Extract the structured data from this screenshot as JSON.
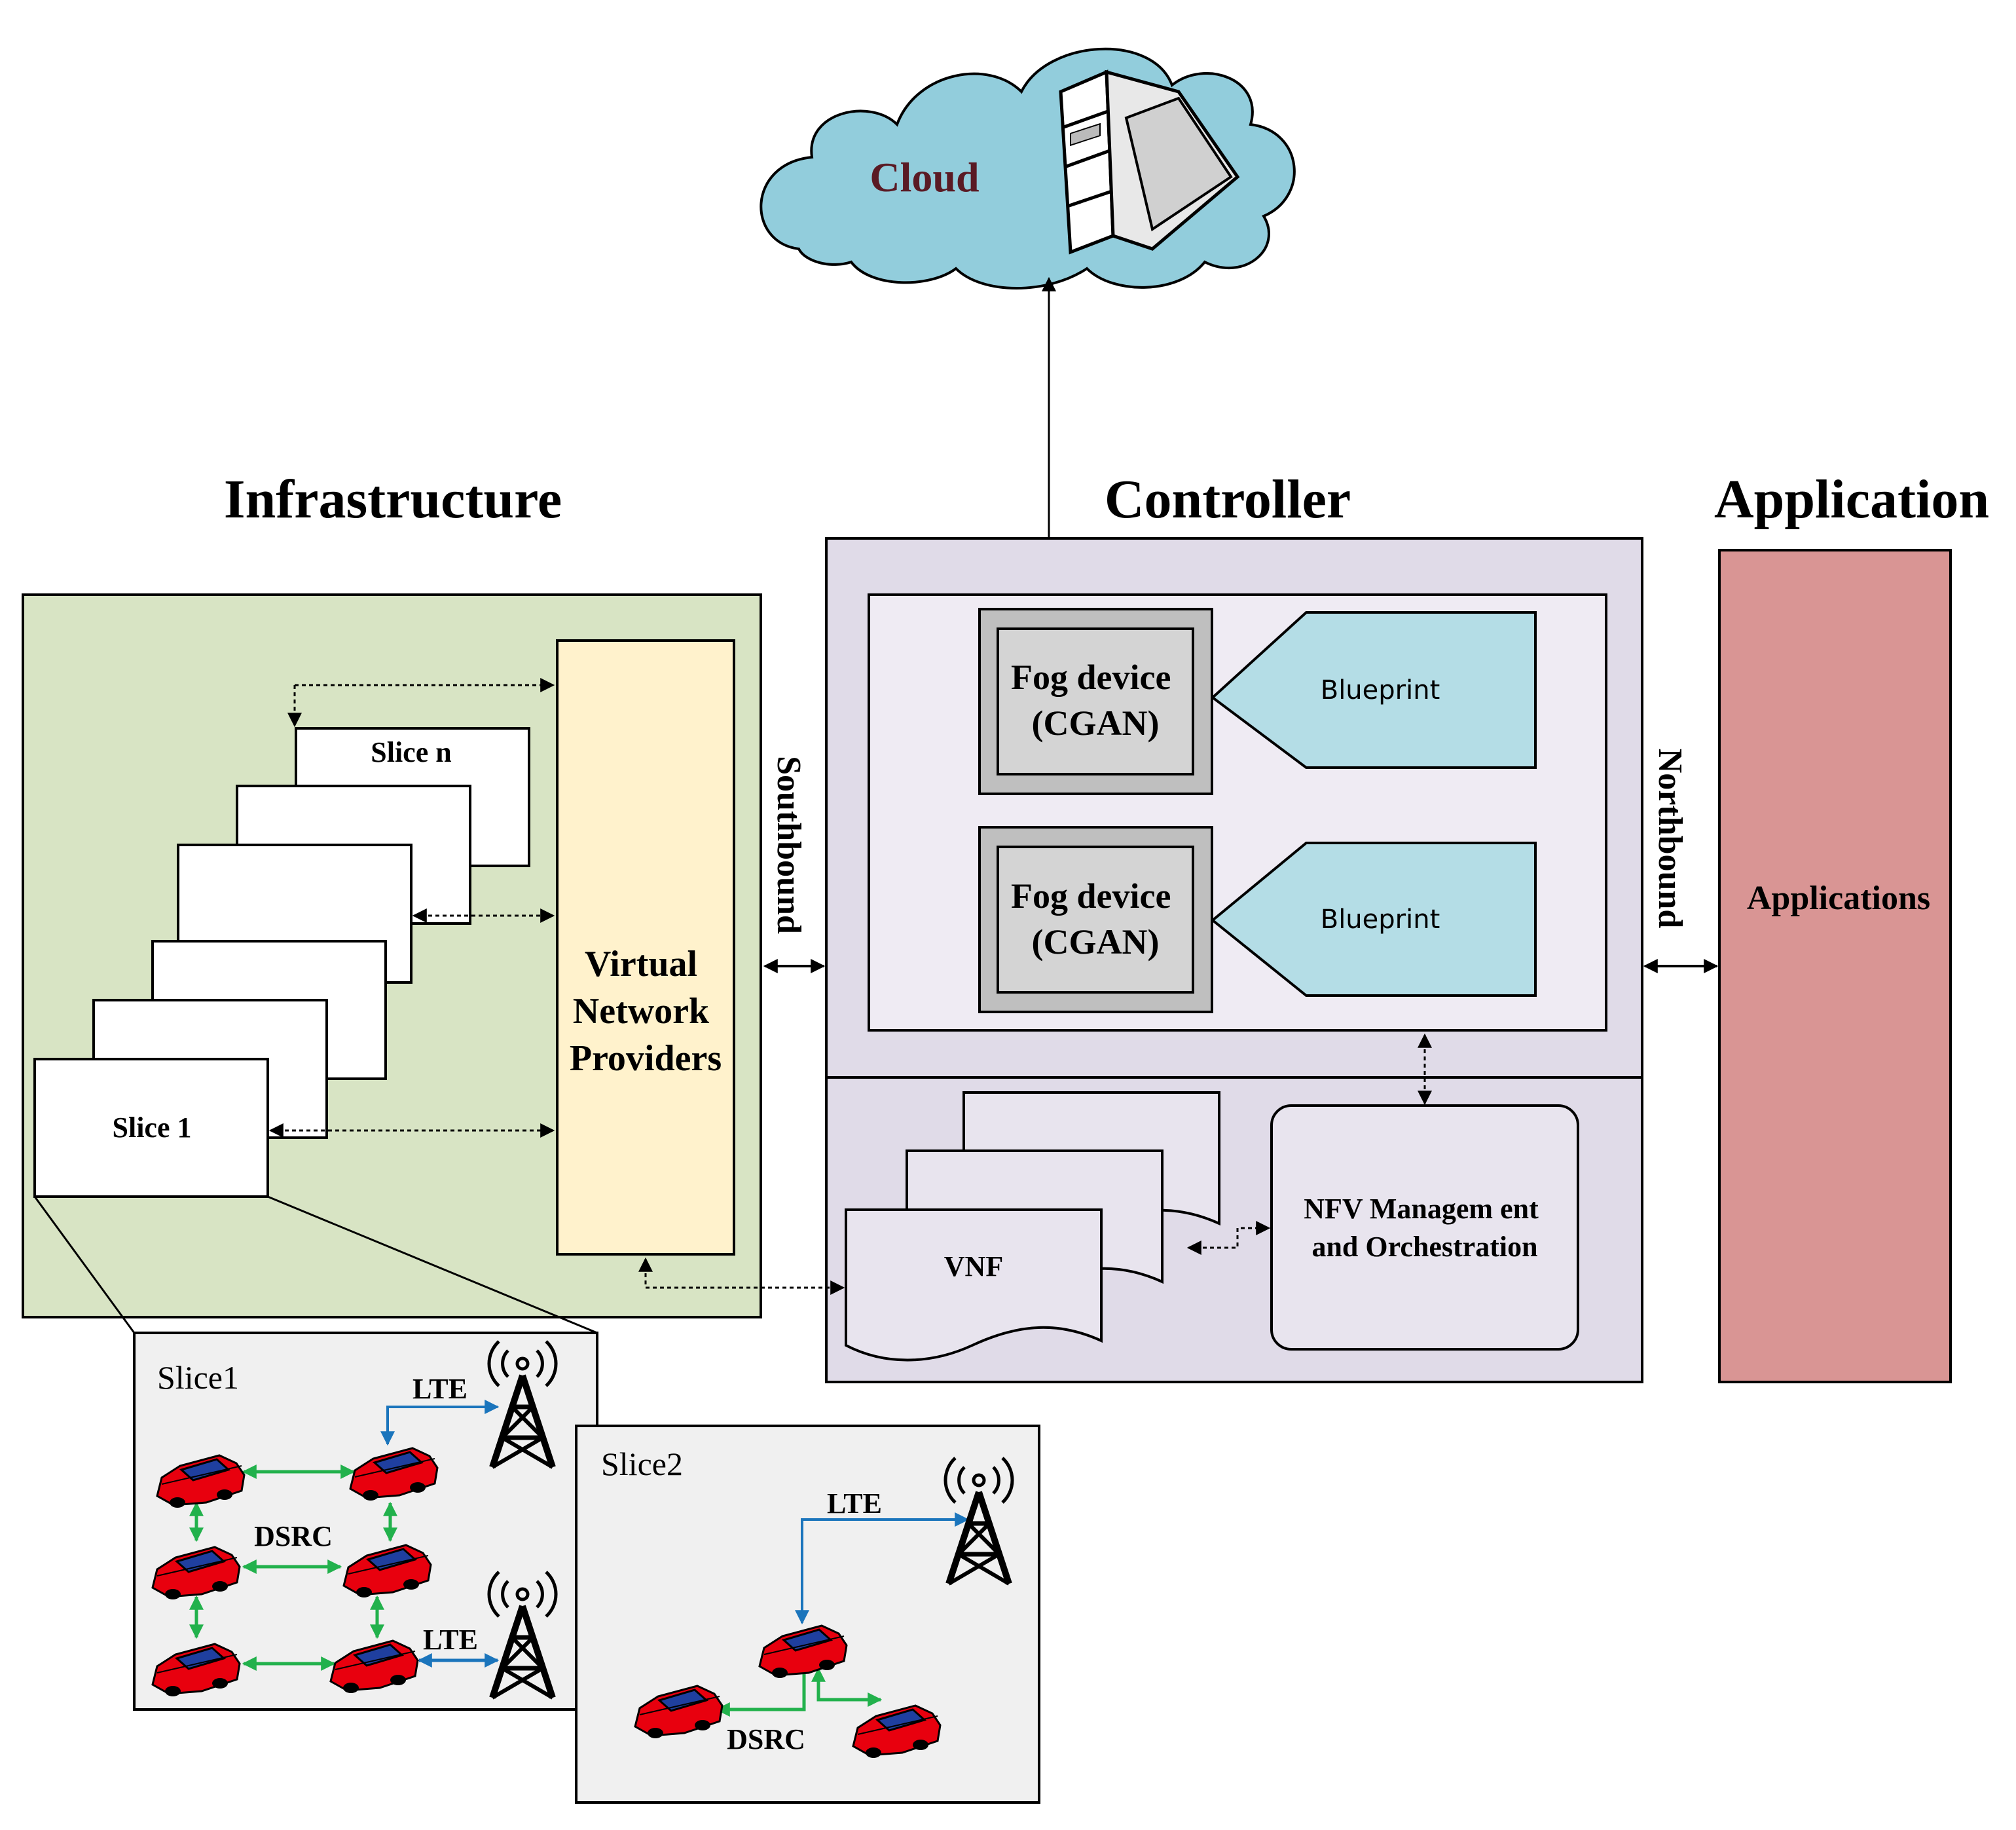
{
  "headings": {
    "infrastructure": "Infrastructure",
    "controller": "Controller",
    "application": "Application"
  },
  "cloud": {
    "label": "Cloud"
  },
  "infrastructure": {
    "slice_top_label": "Slice n",
    "slice_bottom_label": "Slice 1",
    "vnp_lines": [
      "Virtual",
      "Network",
      "Providers"
    ]
  },
  "interfaces": {
    "southbound": "Southbound",
    "northbound": "Northbound"
  },
  "controller": {
    "fog_devices": [
      {
        "line1": "Fog device",
        "line2": "(CGAN)",
        "blueprint": "Blueprint"
      },
      {
        "line1": "Fog device",
        "line2": "(CGAN)",
        "blueprint": "Blueprint"
      }
    ],
    "vnf_label": "VNF",
    "nfv_lines": [
      "NFV Managem ent",
      "and Orchestration"
    ]
  },
  "application": {
    "label": "Applications"
  },
  "slice1_detail": {
    "title": "Slice1",
    "lte_label_1": "LTE",
    "lte_label_2": "LTE",
    "dsrc_label": "DSRC"
  },
  "slice2_detail": {
    "title": "Slice2",
    "lte_label": "LTE",
    "dsrc_label": "DSRC"
  },
  "colors": {
    "infra_bg": "#d8e4c4",
    "vnp_fill": "#fff2cc",
    "controller_bg": "#e0dbe8",
    "blueprint_fill": "#b4dde6",
    "fog_fill": "#d4d4d4",
    "app_fill": "#d99594",
    "cloud_fill": "#92cddc",
    "car_red": "#e8000e",
    "car_blue": "#1f3f9f",
    "link_green": "#22b14c",
    "link_blue": "#1b75bc"
  }
}
